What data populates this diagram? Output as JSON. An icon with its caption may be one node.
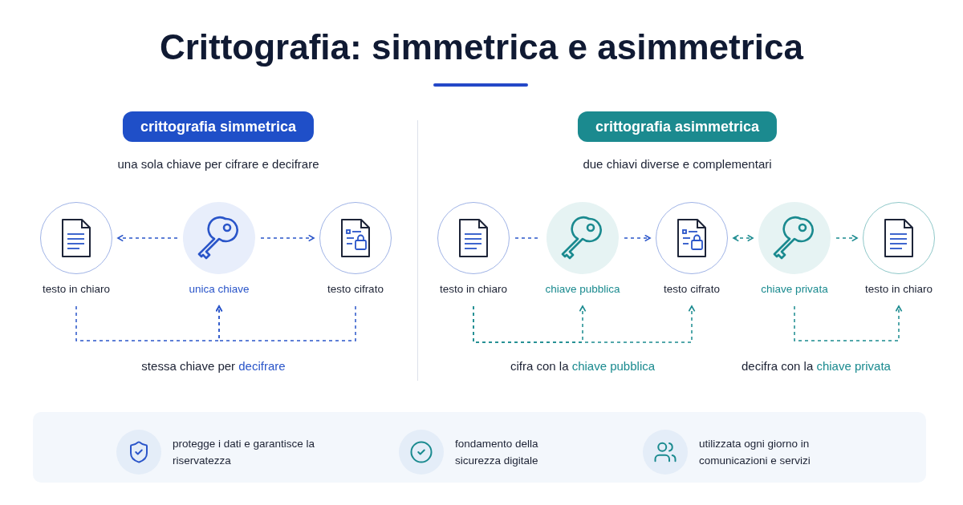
{
  "diagram": {
    "title": "Crittografia: simmetrica e asimmetrica",
    "nodes": [
      {
        "text": [
          "crittografia simmetrica"
        ]
      },
      {
        "text": [
          "testo in chiaro"
        ]
      },
      {
        "text": [
          "unica chiave"
        ]
      },
      {
        "text": [
          "testo cifrato"
        ]
      },
      {
        "text": [
          "crittografia asimmetrica"
        ]
      },
      {
        "text": [
          "testo in chiaro"
        ]
      },
      {
        "text": [
          "chiave pubblica"
        ]
      },
      {
        "text": [
          "testo cifrato"
        ]
      },
      {
        "text": [
          "chiave privata"
        ]
      },
      {
        "text": [
          "testo in chiaro"
        ]
      }
    ],
    "edges": [
      {
        "from": 2,
        "to": 1,
        "arrow": "to",
        "style": "dashed"
      },
      {
        "from": 2,
        "to": 3,
        "arrow": "to",
        "style": "dashed"
      },
      {
        "from": 1,
        "to": 2,
        "arrow": "to",
        "style": "dashed"
      },
      {
        "from": 3,
        "to": 2,
        "arrow": "to",
        "style": "dashed"
      },
      {
        "from": 5,
        "to": 6,
        "arrow": "none",
        "style": "dashed"
      },
      {
        "from": 6,
        "to": 7,
        "arrow": "to",
        "style": "dashed"
      },
      {
        "from": 7,
        "to": 8,
        "arrow": "both",
        "style": "dashed",
        "color": "#1a8a8f"
      },
      {
        "from": 8,
        "to": 9,
        "arrow": "to",
        "style": "dashed",
        "color": "#1a8a8f"
      },
      {
        "from": 5,
        "to": 6,
        "arrow": "to",
        "style": "dashed",
        "color": "#1a8a8f"
      },
      {
        "from": 5,
        "to": 7,
        "arrow": "to",
        "style": "dashed",
        "color": "#1a8a8f"
      },
      {
        "from": 8,
        "to": 9,
        "arrow": "to",
        "style": "dashed",
        "color": "#1a8a8f"
      }
    ],
    "labels": [
      "una sola chiave per cifrare e decifrare",
      "stessa chiave per **decifrare**",
      "due chiavi diverse e complementari",
      "cifra con la **chiave pubblica**",
      "decifra con la **chiave privata**",
      "protegge i dati e garantisce la riservatezza",
      "fondamento della sicurezza digitale",
      "utilizzata ogni giorno in comunicazioni e servizi"
    ]
  }
}
